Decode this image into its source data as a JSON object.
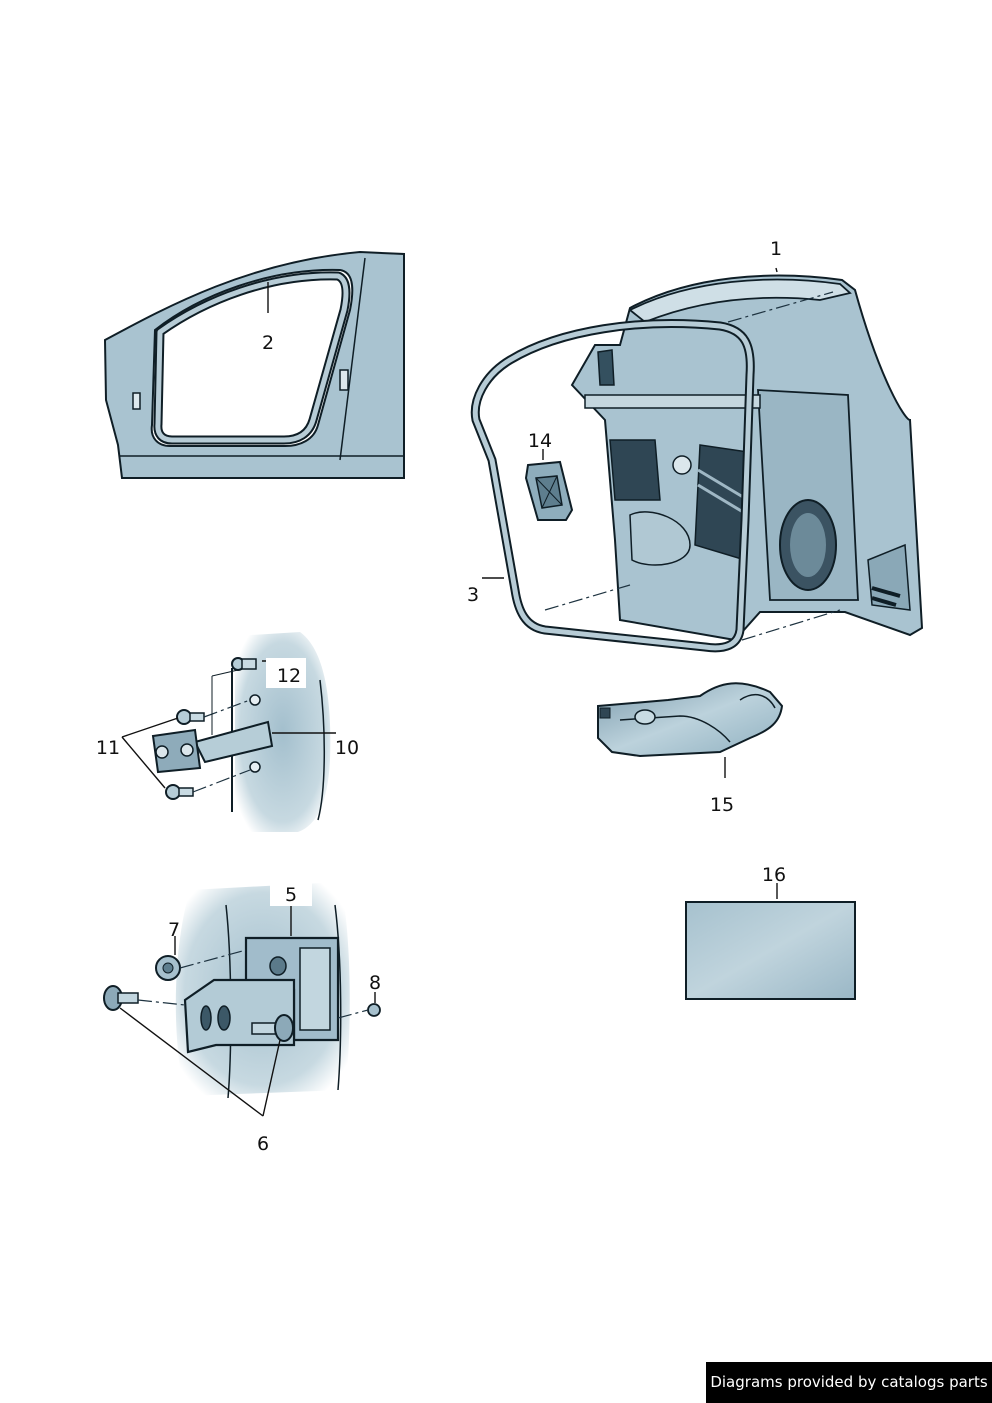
{
  "callouts": {
    "c1": "1",
    "c2": "2",
    "c3": "3",
    "c5": "5",
    "c6": "6",
    "c7": "7",
    "c8": "8",
    "c10": "10",
    "c11": "11",
    "c12": "12",
    "c14": "14",
    "c15": "15",
    "c16": "16"
  },
  "footer": {
    "credit": "Diagrams provided by catalogs parts"
  },
  "colors": {
    "part_fill": "#a9c3d0",
    "outline": "#0f1e26",
    "credit_background": "#000000"
  }
}
